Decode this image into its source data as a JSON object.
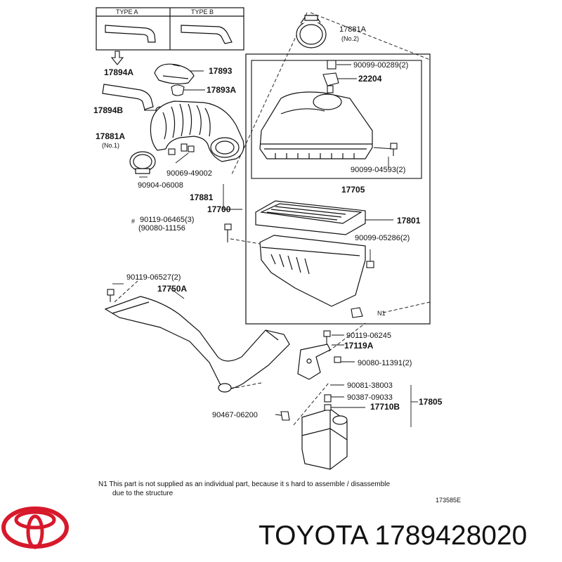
{
  "type_box": {
    "type_a": "TYPE A",
    "type_b": "TYPE B"
  },
  "labels": {
    "l17881a_top": "17881A",
    "l17881a_top_sub": "(No.2)",
    "l90099_00289": "90099-00289(2)",
    "l22204": "22204",
    "l17894a": "17894A",
    "l17893": "17893",
    "l17893a": "17893A",
    "l17894b": "17894B",
    "l17881a_left": "17881A",
    "l17881a_left_sub": "(No.1)",
    "l90069_49002": "90069-49002",
    "l90904_06008": "90904-06008",
    "l17881": "17881",
    "l90099_04593": "90099-04593(2)",
    "l17705": "17705",
    "l17700": "17700",
    "l90119_06465": "90119-06465(3)",
    "l90080_11156": "(90080-11156",
    "hash": "#",
    "l17801": "17801",
    "l90099_05286": "90099-05286(2)",
    "l90119_06527": "90119-06527(2)",
    "l17750a": "17750A",
    "l_n1": "N1",
    "l90119_06245": "90119-06245",
    "l17119a": "17119A",
    "l90080_11391": "90080-11391(2)",
    "l90081_38003": "90081-38003",
    "l90387_09033": "90387-09033",
    "l17710b": "17710B",
    "l17805": "17805",
    "l90467_06200": "90467-06200"
  },
  "footnote": {
    "line1": "N1  This part is not supplied as an individual part, because it s hard to assemble / disassemble",
    "line2": "due to the structure"
  },
  "diagram_code": "173585E",
  "brand": {
    "caption": "TOYOTA 1789428020",
    "logo_color": "#d7192b"
  }
}
